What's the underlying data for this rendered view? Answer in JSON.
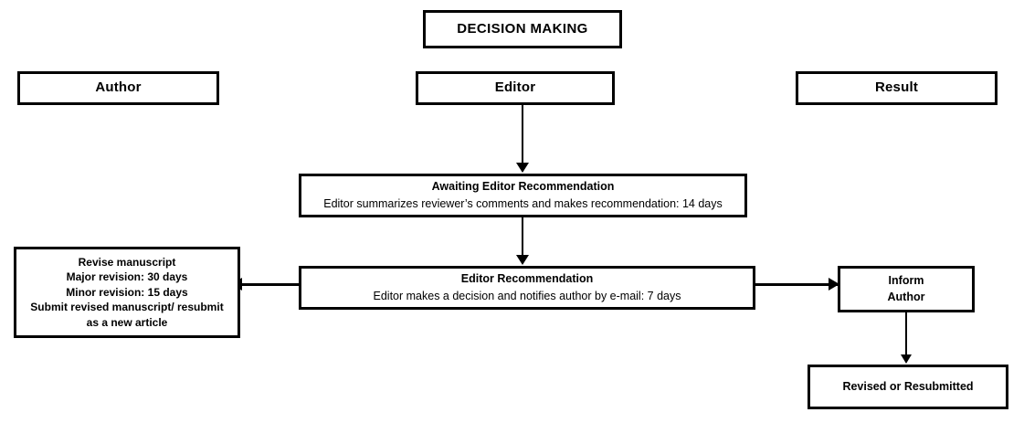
{
  "diagram": {
    "title": "DECISION MAKING",
    "type": "flowchart",
    "lanes": [
      {
        "id": "author",
        "label": "Author"
      },
      {
        "id": "editor",
        "label": "Editor"
      },
      {
        "id": "result",
        "label": "Result"
      }
    ],
    "nodes": {
      "decision_making": {
        "label": "DECISION MAKING"
      },
      "awaiting_editor_recommendation": {
        "title": "Awaiting Editor Recommendation",
        "subtitle": "Editor summarizes reviewer’s comments and makes recommendation: 14 days"
      },
      "editor_recommendation": {
        "title": "Editor Recommendation",
        "subtitle": "Editor makes a decision and notifies author by e-mail: 7 days"
      },
      "revise_manuscript": {
        "lines": [
          "Revise manuscript",
          "Major revision: 30 days",
          "Minor revision: 15 days",
          "Submit revised manuscript/ resubmit",
          "as a new article"
        ]
      },
      "inform_author": {
        "lines": [
          "Inform",
          "Author"
        ]
      },
      "revised_or_resubmitted": {
        "title": "Revised or Resubmitted"
      }
    },
    "connectors": [
      {
        "id": "editor-to-awaiting",
        "from": "editor",
        "to": "awaiting_editor_recommendation",
        "direction": "down"
      },
      {
        "id": "awaiting-to-editorrec",
        "from": "awaiting_editor_recommendation",
        "to": "editor_recommendation",
        "direction": "down"
      },
      {
        "id": "editorrec-to-revise",
        "from": "editor_recommendation",
        "to": "revise_manuscript",
        "direction": "left"
      },
      {
        "id": "editorrec-to-inform",
        "from": "editor_recommendation",
        "to": "inform_author",
        "direction": "right"
      },
      {
        "id": "inform-to-revised",
        "from": "inform_author",
        "to": "revised_or_resubmitted",
        "direction": "down"
      }
    ],
    "colors": {
      "background": "#ffffff",
      "stroke": "#000000",
      "text": "#000000"
    }
  }
}
